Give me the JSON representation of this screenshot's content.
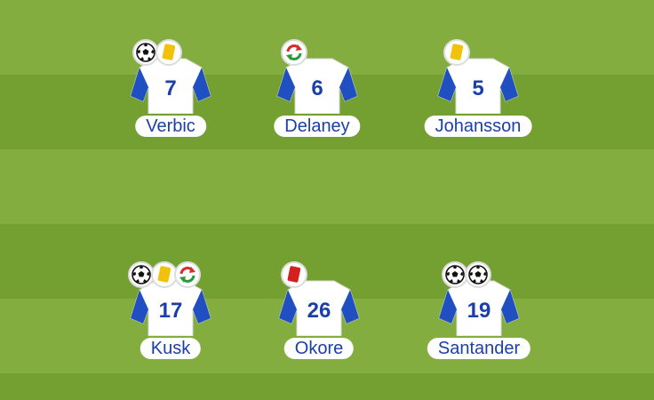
{
  "colors": {
    "pitch_light": "#84ad3f",
    "pitch_dark": "#6f9a2c",
    "shirt_body": "#ffffff",
    "shirt_sleeve": "#1f4fc0",
    "number": "#1a3fa8",
    "yellow_card": "#f2c20a",
    "red_card": "#d61f1f"
  },
  "players": [
    {
      "name": "Verbic",
      "number": "7",
      "events": [
        "goal-icon",
        "yellow-card-icon"
      ]
    },
    {
      "name": "Delaney",
      "number": "6",
      "events": [
        "substitution-icon"
      ]
    },
    {
      "name": "Johansson",
      "number": "5",
      "events": [
        "yellow-card-icon"
      ]
    },
    {
      "name": "Kusk",
      "number": "17",
      "events": [
        "goal-icon",
        "yellow-card-icon",
        "substitution-icon"
      ]
    },
    {
      "name": "Okore",
      "number": "26",
      "events": [
        "red-card-icon"
      ]
    },
    {
      "name": "Santander",
      "number": "19",
      "events": [
        "goal-icon",
        "goal-icon"
      ]
    }
  ]
}
